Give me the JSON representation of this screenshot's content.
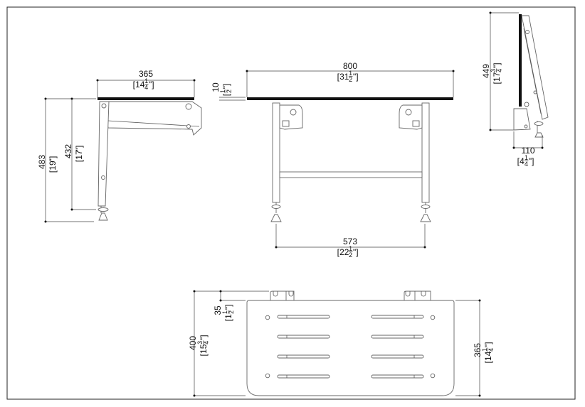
{
  "drawing": {
    "dimensions": [
      {
        "id": "side-seat-depth",
        "mm": "365",
        "in_whole": "14",
        "in_num": "1",
        "in_den": "4"
      },
      {
        "id": "side-total-height",
        "mm": "483",
        "in_whole": "19",
        "in_num": "",
        "in_den": ""
      },
      {
        "id": "side-seat-height",
        "mm": "432",
        "in_whole": "17",
        "in_num": "",
        "in_den": ""
      },
      {
        "id": "front-seat-width",
        "mm": "800",
        "in_whole": "31",
        "in_num": "1",
        "in_den": "2"
      },
      {
        "id": "front-seat-thickness",
        "mm": "10",
        "in_whole": "",
        "in_num": "1",
        "in_den": "2"
      },
      {
        "id": "front-leg-spacing",
        "mm": "573",
        "in_whole": "22",
        "in_num": "1",
        "in_den": "2"
      },
      {
        "id": "folded-height",
        "mm": "449",
        "in_whole": "17",
        "in_num": "3",
        "in_den": "4"
      },
      {
        "id": "folded-depth",
        "mm": "110",
        "in_whole": "4",
        "in_num": "1",
        "in_den": "4"
      },
      {
        "id": "top-total-depth",
        "mm": "400",
        "in_whole": "15",
        "in_num": "3",
        "in_den": "4"
      },
      {
        "id": "top-bracket-depth",
        "mm": "35",
        "in_whole": "1",
        "in_num": "1",
        "in_den": "2"
      },
      {
        "id": "top-seat-depth",
        "mm": "365",
        "in_whole": "14",
        "in_num": "1",
        "in_den": "4"
      }
    ]
  }
}
